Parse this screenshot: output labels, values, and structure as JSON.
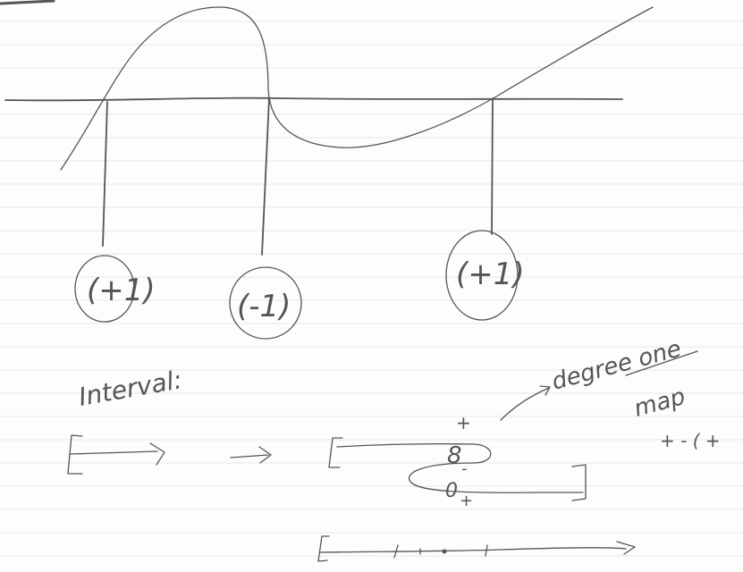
{
  "note": {
    "root_labels": [
      "(+1)",
      "(-1)",
      "(+1)"
    ],
    "interval_label": "Interval:",
    "degree_note_line1": "degree one",
    "degree_note_line2": "map",
    "sign_note": "+ - ( +",
    "marks": {
      "plus_top": "+",
      "eight": "8",
      "minus": "-",
      "zero": "0",
      "plus_bottom": "+"
    }
  }
}
